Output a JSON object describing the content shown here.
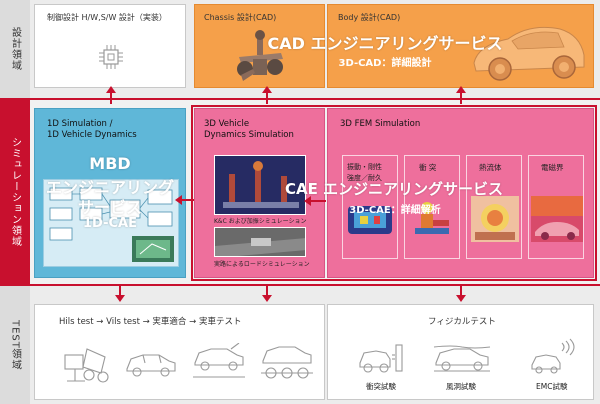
{
  "rows": {
    "design": "設計領域",
    "simulation": "シミュレーション領域",
    "test": "TEST領域"
  },
  "design": {
    "hw_sw_title": "制御設計 H/W,S/W 設計（実装）",
    "chassis_title": "Chassis 設計(CAD)",
    "body_title": "Body 設計(CAD)",
    "cad_service": "CAD エンジニアリングサービス",
    "cad_sub": "3D-CAD：詳細設計"
  },
  "simulation": {
    "d1_title_line1": "1D Simulation /",
    "d1_title_line2": "1D Vehicle Dynamics",
    "mbd_line1": "MBD",
    "mbd_line2": "エンジニアリング",
    "mbd_line3": "サービス",
    "mbd_line4": "1D-CAE",
    "vd_title_line1": "3D Vehicle",
    "vd_title_line2": "Dynamics Simulation",
    "vd_caption1": "K&C および加振シミュレーション",
    "vd_caption2": "実路によるロードシミュレーション",
    "fem_title": "3D FEM Simulation",
    "cae_service": "CAE エンジニアリングサービス",
    "cae_sub": "3D-CAE：詳細解析",
    "fem_items": [
      "振動・剛性\n強度／耐久",
      "衝 突",
      "熱流体",
      "電磁界"
    ]
  },
  "test": {
    "flow": "Hils test → Vils test → 実車適合 → 実車テスト",
    "physical": "フィジカルテスト",
    "crash": "衝突試験",
    "wind": "風洞試験",
    "emc": "EMC試験"
  },
  "colors": {
    "accent": "#c8102e",
    "orange": "#f5a04a",
    "blue": "#5fb7d8",
    "pink": "#ee6f9c"
  }
}
